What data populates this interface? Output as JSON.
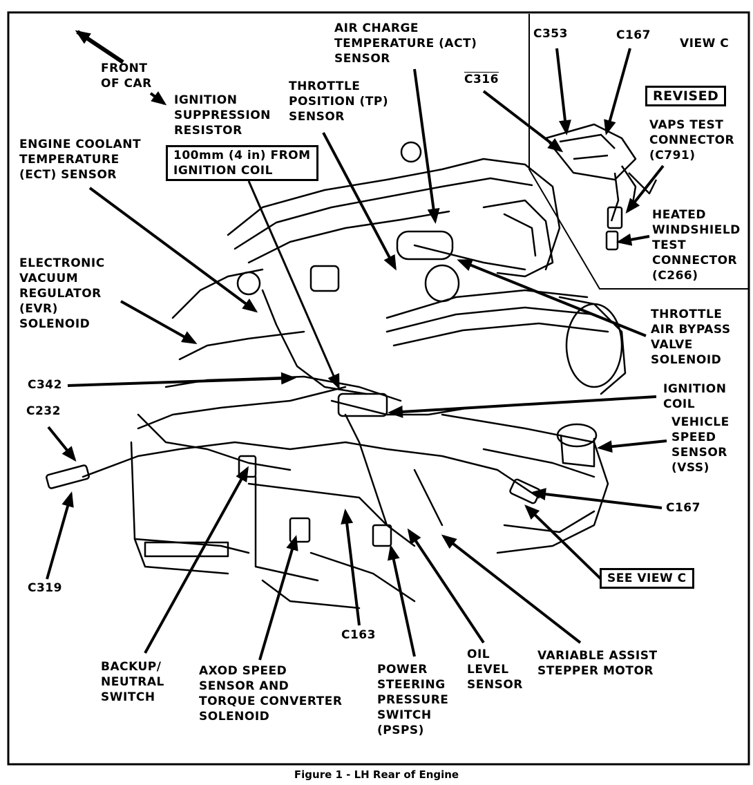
{
  "figure": {
    "caption": "Figure 1 - LH Rear of Engine",
    "view_c_title": "VIEW C",
    "revised_badge": "REVISED"
  },
  "labels": {
    "front_of_car": "FRONT\nOF CAR",
    "ignition_suppression_resistor": "IGNITION\nSUPPRESSION\nRESISTOR",
    "engine_coolant_temp_sensor": "ENGINE COOLANT\nTEMPERATURE\n(ECT) SENSOR",
    "distance_note": "100mm (4 in) FROM\nIGNITION COIL",
    "throttle_position_sensor": "THROTTLE\nPOSITION (TP)\nSENSOR",
    "air_charge_temp_sensor": "AIR CHARGE\nTEMPERATURE (ACT)\nSENSOR",
    "c316": "C316",
    "c353": "C353",
    "c167_view": "C167",
    "vaps_test_connector": "VAPS TEST\nCONNECTOR\n(C791)",
    "heated_windshield_test_connector": "HEATED\nWINDSHIELD\nTEST\nCONNECTOR\n(C266)",
    "evr_solenoid": "ELECTRONIC\nVACUUM\nREGULATOR\n(EVR)\nSOLENOID",
    "throttle_air_bypass_valve": "THROTTLE\nAIR BYPASS\nVALVE\nSOLENOID",
    "c342": "C342",
    "ignition_coil": "IGNITION\nCOIL",
    "c232": "C232",
    "vehicle_speed_sensor": "VEHICLE\nSPEED\nSENSOR\n(VSS)",
    "c167": "C167",
    "see_view_c": "SEE VIEW C",
    "c319": "C319",
    "c163": "C163",
    "backup_neutral_switch": "BACKUP/\nNEUTRAL\nSWITCH",
    "axod_speed_sensor": "AXOD SPEED\nSENSOR AND\nTORQUE CONVERTER\nSOLENOID",
    "power_steering_pressure_switch": "POWER\nSTEERING\nPRESSURE\nSWITCH\n(PSPS)",
    "oil_level_sensor": "OIL\nLEVEL\nSENSOR",
    "variable_assist_stepper_motor": "VARIABLE ASSIST\nSTEPPER MOTOR"
  }
}
